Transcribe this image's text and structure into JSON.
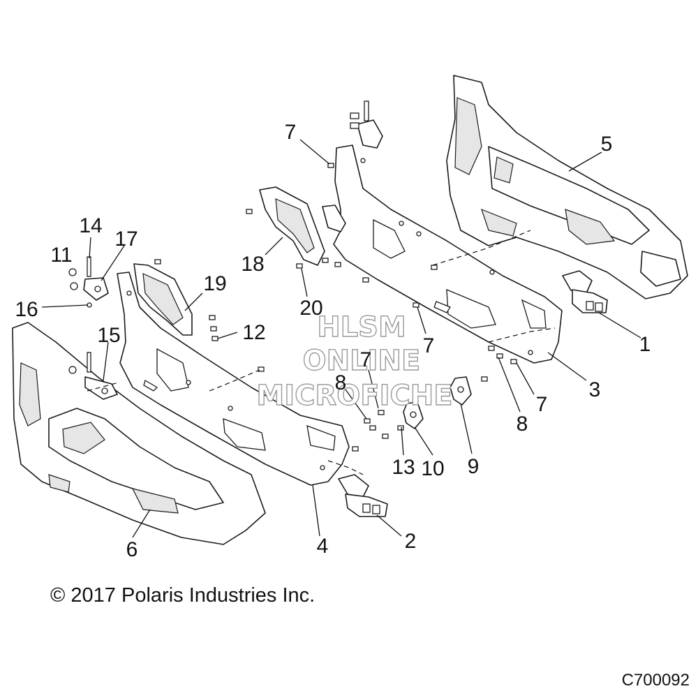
{
  "diagram": {
    "copyright": "© 2017 Polaris Industries Inc.",
    "figure_code": "C700092",
    "watermark": {
      "line1": "HLSM",
      "line2": "ONLINE",
      "line3": "MICROFICHE"
    },
    "callouts": [
      {
        "id": "c1",
        "label": "1"
      },
      {
        "id": "c2",
        "label": "2"
      },
      {
        "id": "c3",
        "label": "3"
      },
      {
        "id": "c4",
        "label": "4"
      },
      {
        "id": "c5",
        "label": "5"
      },
      {
        "id": "c6",
        "label": "6"
      },
      {
        "id": "c7a",
        "label": "7"
      },
      {
        "id": "c7b",
        "label": "7"
      },
      {
        "id": "c7c",
        "label": "7"
      },
      {
        "id": "c7d",
        "label": "7"
      },
      {
        "id": "c8a",
        "label": "8"
      },
      {
        "id": "c8b",
        "label": "8"
      },
      {
        "id": "c9",
        "label": "9"
      },
      {
        "id": "c10",
        "label": "10"
      },
      {
        "id": "c11",
        "label": "11"
      },
      {
        "id": "c12",
        "label": "12"
      },
      {
        "id": "c13",
        "label": "13"
      },
      {
        "id": "c14",
        "label": "14"
      },
      {
        "id": "c15",
        "label": "15"
      },
      {
        "id": "c16",
        "label": "16"
      },
      {
        "id": "c17",
        "label": "17"
      },
      {
        "id": "c18",
        "label": "18"
      },
      {
        "id": "c19",
        "label": "19"
      },
      {
        "id": "c20",
        "label": "20"
      }
    ]
  }
}
